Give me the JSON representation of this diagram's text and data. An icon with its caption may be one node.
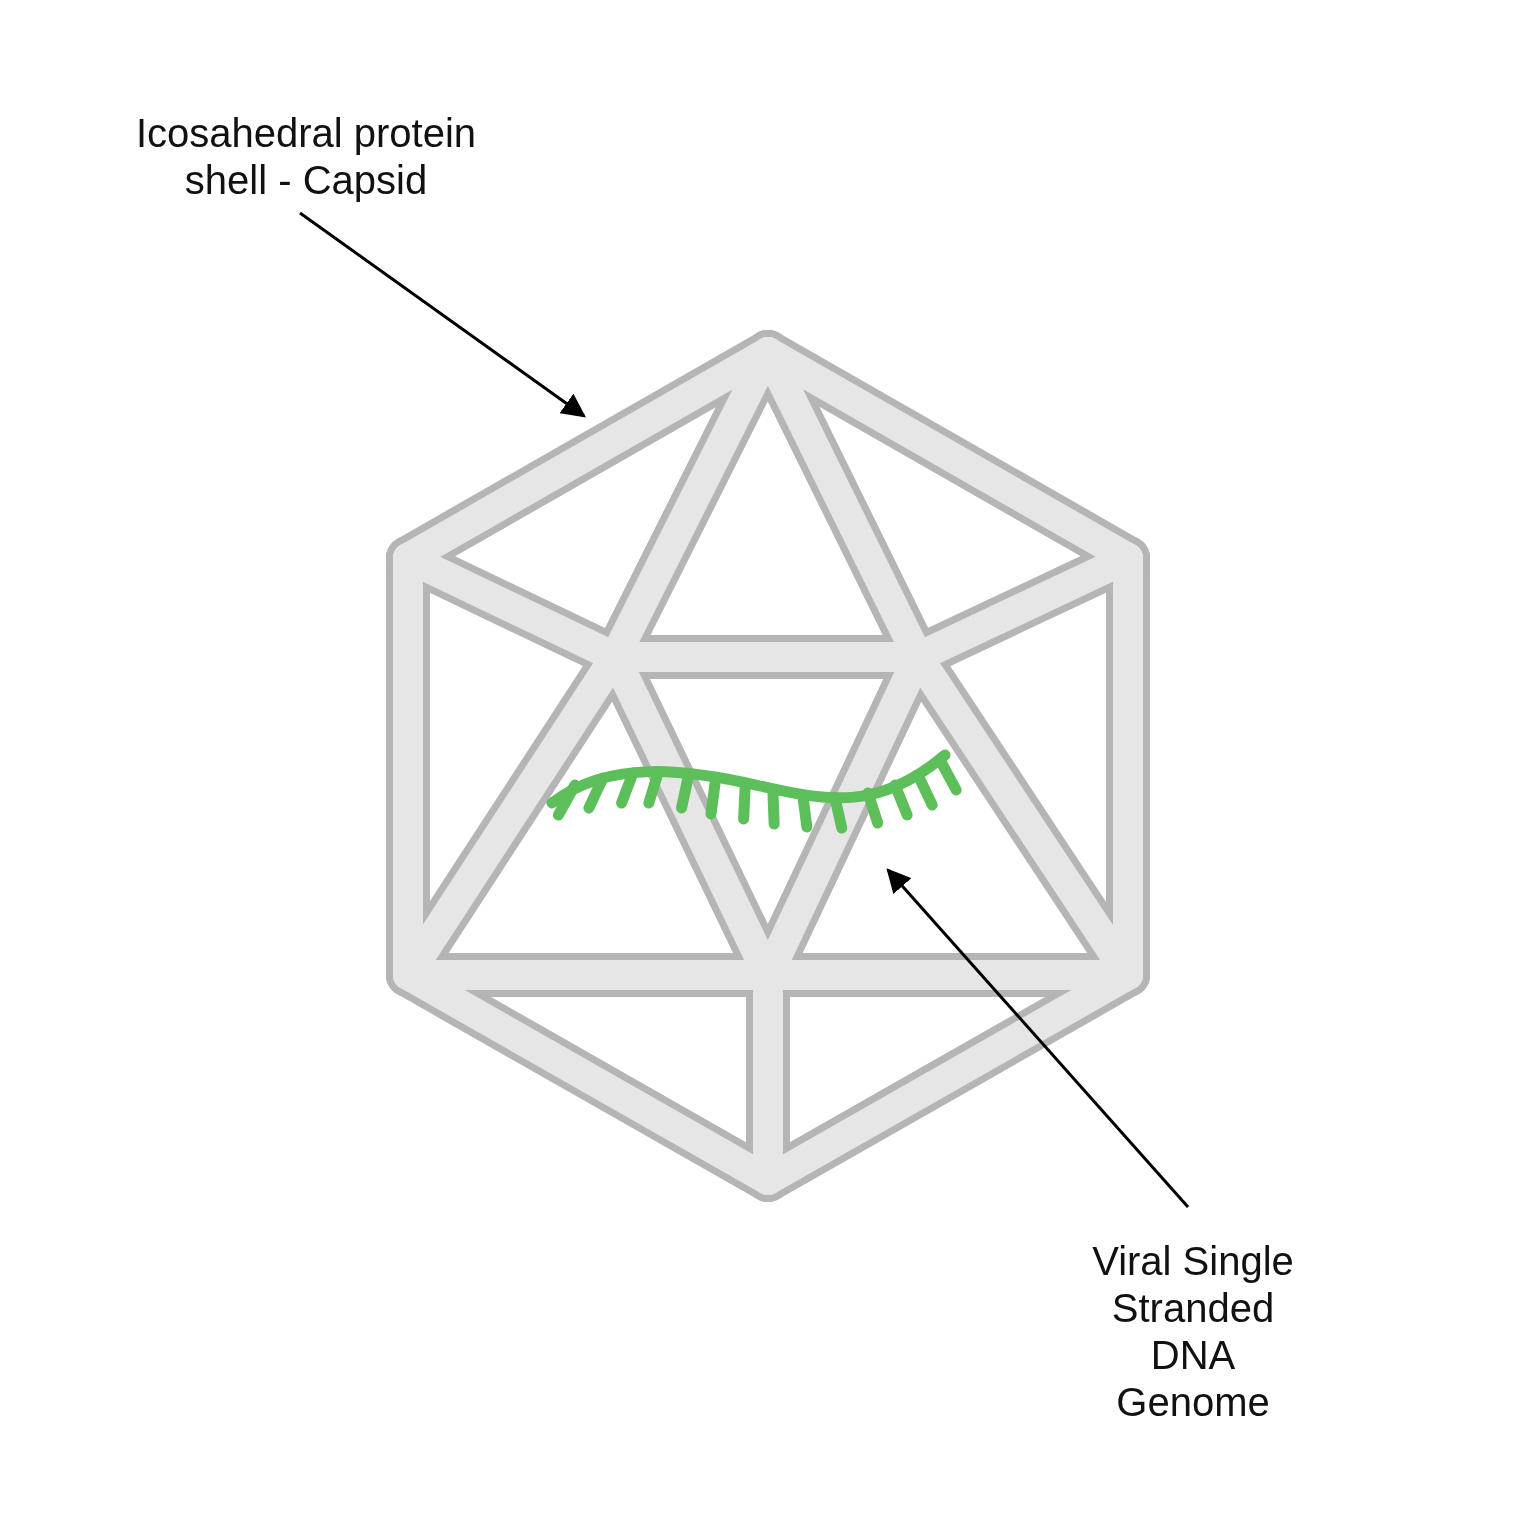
{
  "diagram": {
    "nodes": [
      {
        "text": [
          "Icosahedral protein shell - Capsid"
        ]
      },
      {
        "text": [],
        "shape": "picture"
      },
      {
        "text": [],
        "shape": "picture",
        "in": 1
      },
      {
        "text": [
          "Viral Single Stranded DNA Genome"
        ]
      }
    ],
    "edges": [
      {
        "from": 0,
        "to": 1,
        "arrow": "to"
      },
      {
        "from": 3,
        "to": 2,
        "arrow": "to"
      }
    ]
  }
}
